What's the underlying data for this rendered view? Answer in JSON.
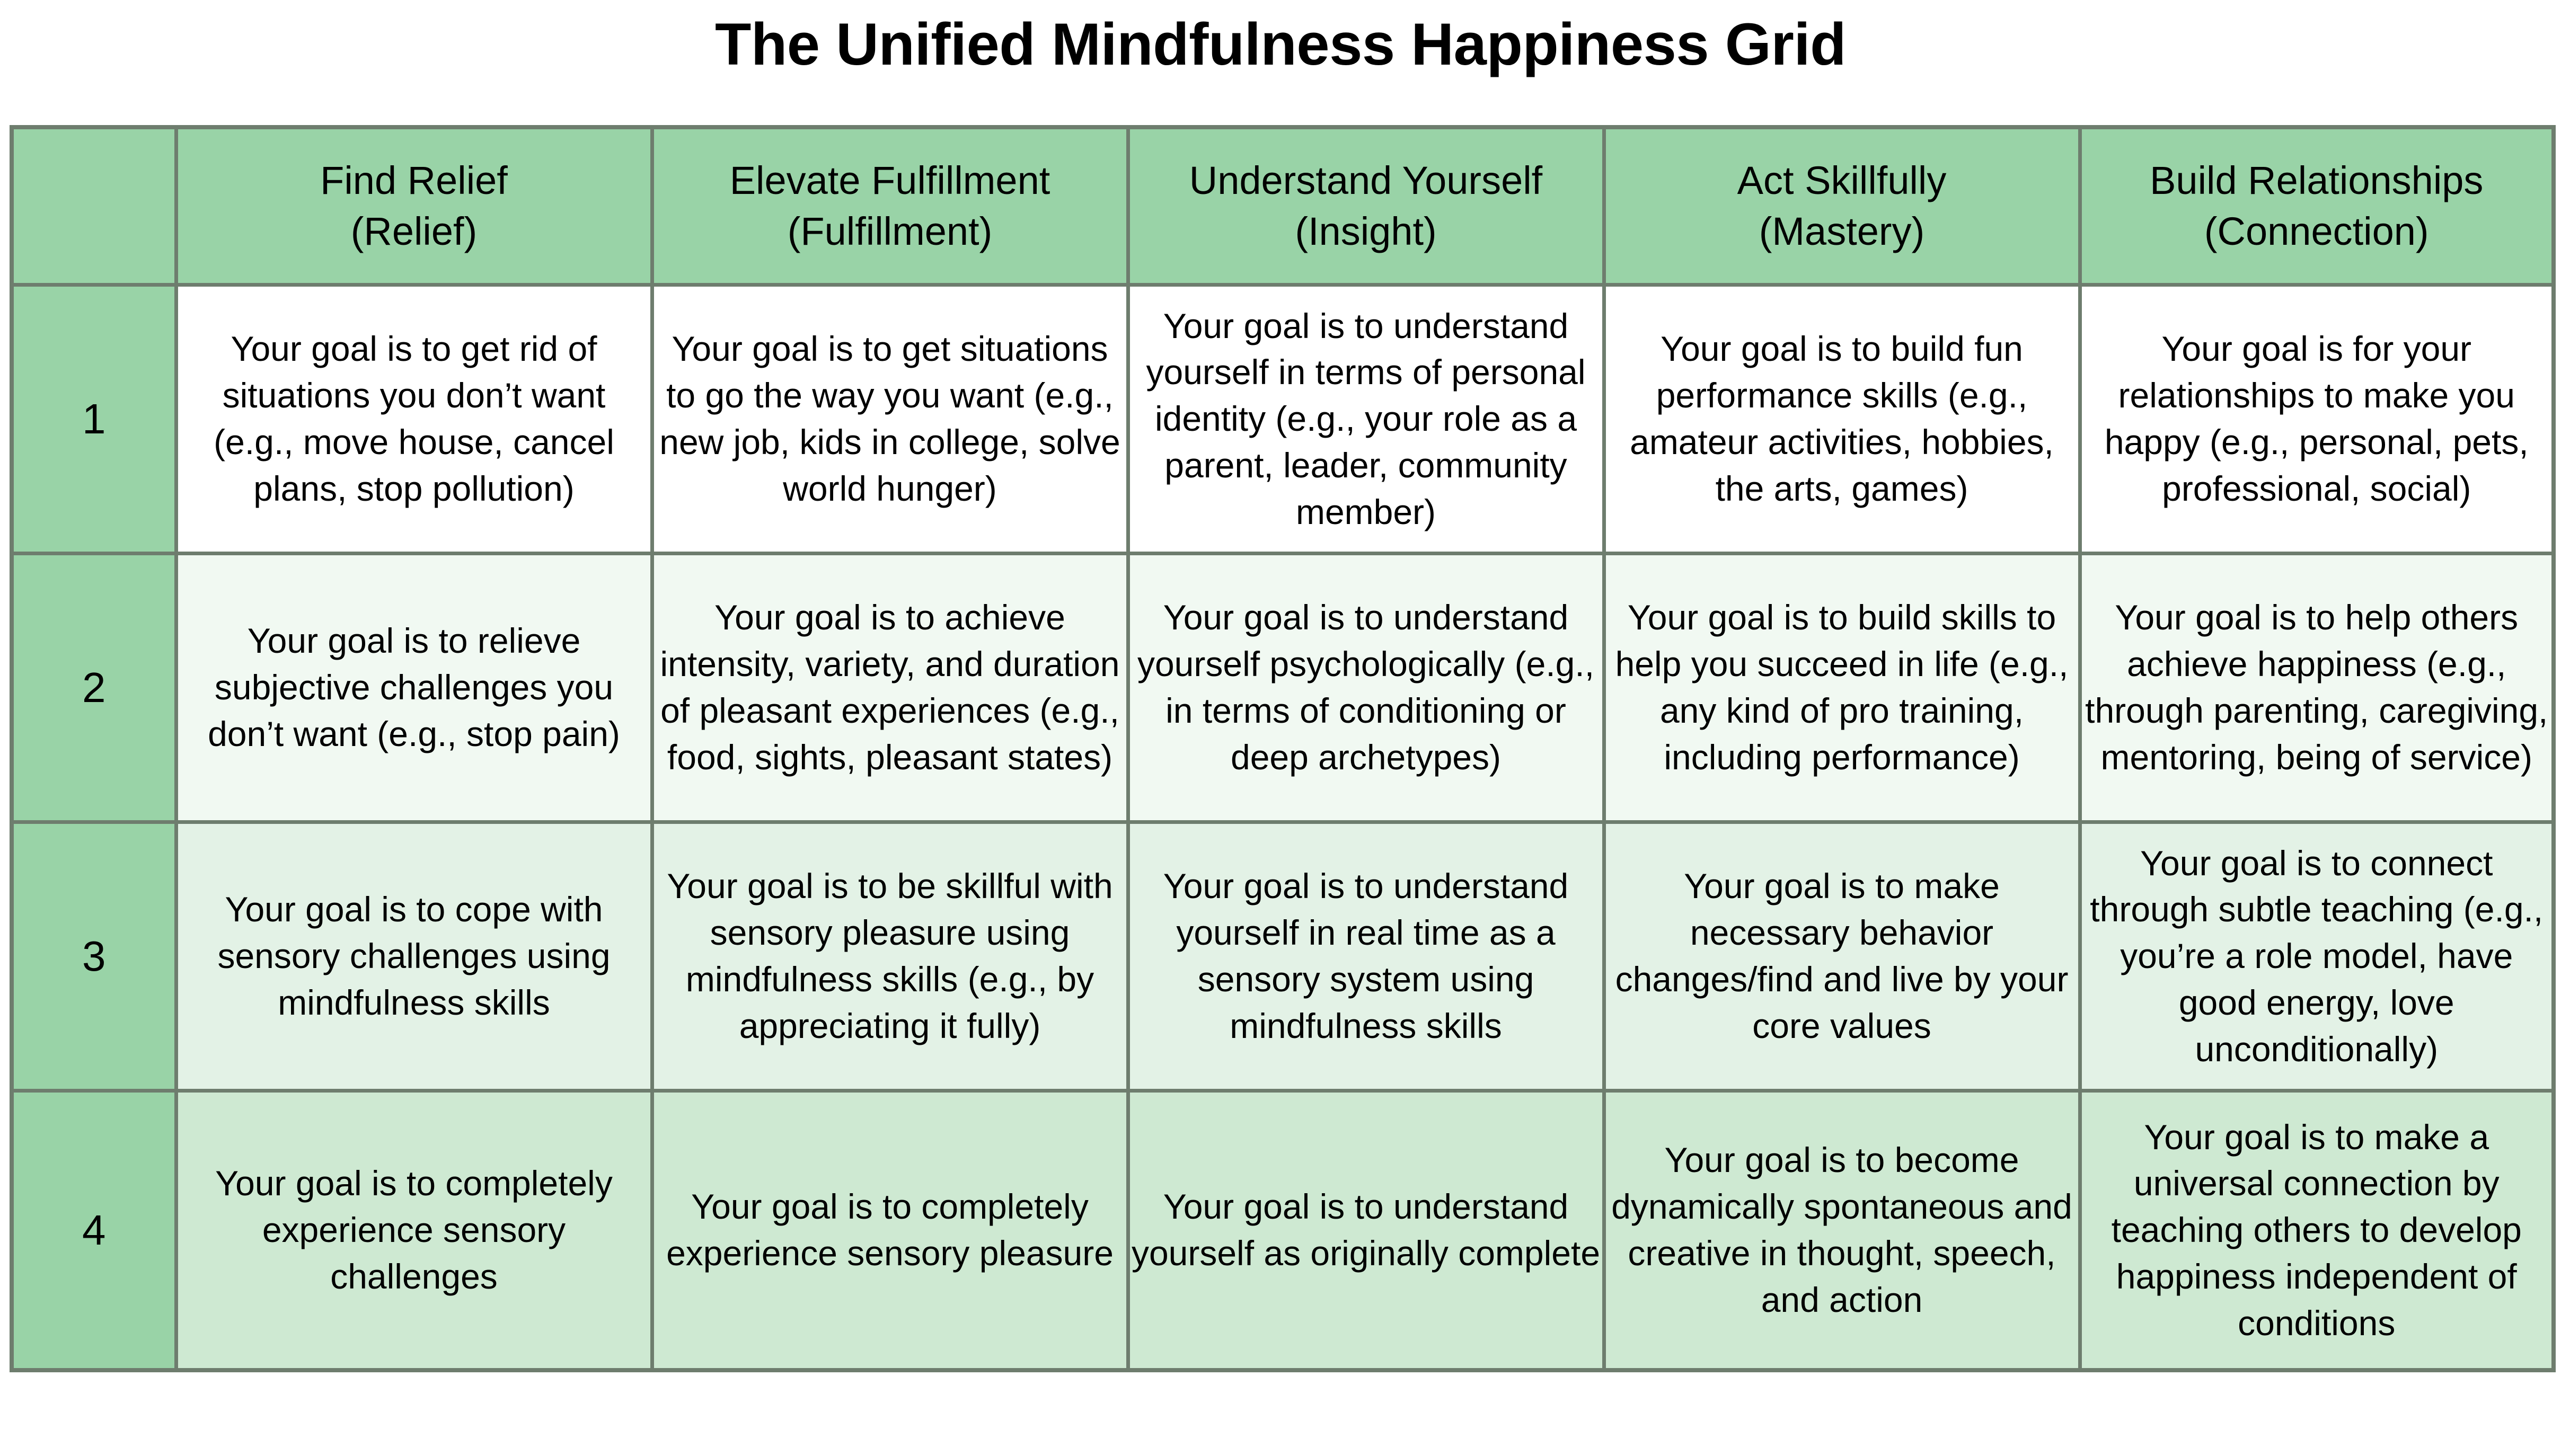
{
  "title": "The Unified Mindfulness Happiness Grid",
  "colors": {
    "header_green": "#99d3a7",
    "border_gray": "#6e7d6e",
    "row1_bg": "#ffffff",
    "row2_bg": "#f1f9f2",
    "row3_bg": "#e3f2e6",
    "row4_bg": "#cee9d2"
  },
  "table": {
    "corner_label": "",
    "columns": [
      {
        "name": "Find Relief",
        "tag": "(Relief)"
      },
      {
        "name": "Elevate Fulfillment",
        "tag": "(Fulfillment)"
      },
      {
        "name": "Understand Yourself",
        "tag": "(Insight)"
      },
      {
        "name": "Act Skillfully",
        "tag": "(Mastery)"
      },
      {
        "name": "Build Relationships",
        "tag": "(Connection)"
      }
    ],
    "rows": [
      {
        "index": "1",
        "cells": [
          "Your goal is to get rid of situations you don’t want (e.g., move house, cancel plans, stop pollution)",
          "Your goal is to get situations to go the way you want (e.g., new job, kids in college, solve world hunger)",
          "Your goal is to understand yourself in terms of personal identity (e.g., your role as a parent, leader, community member)",
          "Your goal is to build fun performance skills (e.g., amateur activities, hobbies, the arts, games)",
          "Your goal is for your relationships to make you happy (e.g., personal, pets, professional, social)"
        ]
      },
      {
        "index": "2",
        "cells": [
          "Your goal is to relieve subjective challenges you don’t want (e.g., stop pain)",
          "Your goal is to achieve intensity, variety, and duration of pleasant experiences (e.g., food, sights, pleasant states)",
          "Your goal is to understand yourself psychologically (e.g., in terms of conditioning or deep archetypes)",
          "Your goal is to build skills to help you succeed in life (e.g., any kind of pro training, including performance)",
          "Your goal is to help others achieve happiness (e.g., through parenting, caregiving, mentoring, being of service)"
        ]
      },
      {
        "index": "3",
        "cells": [
          "Your goal is to cope with sensory challenges using mindfulness skills",
          "Your goal is to be skillful with sensory pleasure using mindfulness skills (e.g., by appreciating it fully)",
          "Your goal is to understand yourself in real time as a sensory system using mindfulness skills",
          "Your goal is to make necessary behavior changes/find and live by your core values",
          "Your goal is to connect through subtle teaching (e.g., you’re a role model, have good energy, love unconditionally)"
        ]
      },
      {
        "index": "4",
        "cells": [
          "Your goal is to completely experience sensory challenges",
          "Your goal is to completely experience sensory pleasure",
          "Your goal is to understand yourself as originally complete",
          "Your goal is to become dynamically spontaneous and creative in thought, speech, and action",
          "Your goal is to make a universal connection by teaching others to develop happiness independent of conditions"
        ]
      }
    ]
  }
}
